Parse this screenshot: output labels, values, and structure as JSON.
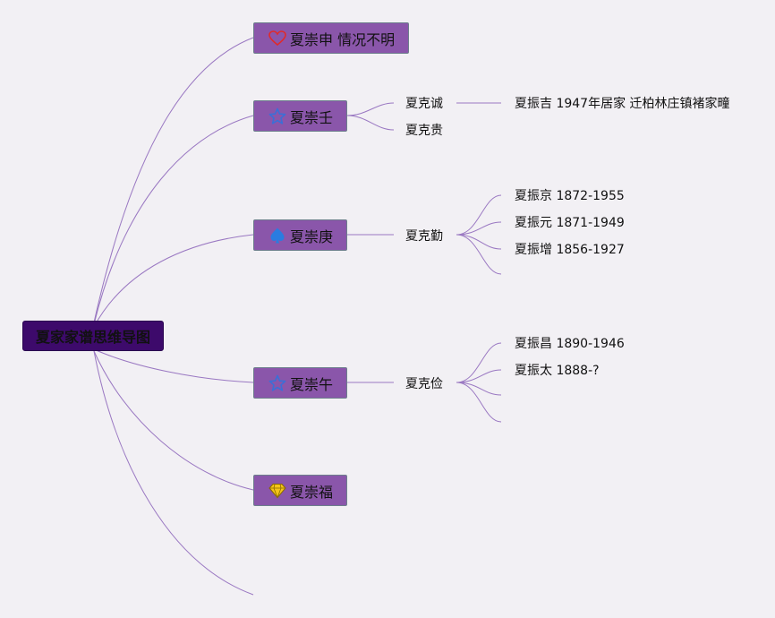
{
  "root": {
    "label": "夏家家谱思维导图"
  },
  "branches": [
    {
      "label": "夏崇申 情况不明",
      "icon": "heart-icon"
    },
    {
      "label": "夏崇壬",
      "icon": "star-icon"
    },
    {
      "label": "夏崇庚",
      "icon": "spade-icon"
    },
    {
      "label": "夏崇午",
      "icon": "star-icon"
    },
    {
      "label": "夏崇福",
      "icon": "diamond-icon"
    }
  ],
  "sons": [
    {
      "label": "夏克诚",
      "parent": "夏崇壬"
    },
    {
      "label": "夏克贵",
      "parent": "夏崇壬"
    },
    {
      "label": "夏克勤",
      "parent": "夏崇庚"
    },
    {
      "label": "夏克俭",
      "parent": "夏崇午"
    }
  ],
  "grandsons": [
    {
      "label": "夏振吉 1947年居家 迁柏林庄镇褚家疃",
      "parent": "夏克诚"
    },
    {
      "label": "夏振京 1872-1955",
      "parent": "夏克勤"
    },
    {
      "label": "夏振元 1871-1949",
      "parent": "夏克勤"
    },
    {
      "label": "夏振增 1856-1927",
      "parent": "夏克勤"
    },
    {
      "label": "夏振昌 1890-1946",
      "parent": "夏克俭"
    },
    {
      "label": "夏振太 1888-?",
      "parent": "夏克俭"
    }
  ],
  "colors": {
    "background": "#f2f0f4",
    "root_fill": "#3d0a6b",
    "branch_fill": "#8a56aa",
    "branch_border": "#6d7e8c",
    "link": "#9a78c2",
    "heart": "#e02a2a",
    "star": "#3b6fd6",
    "spade": "#2a7ce0",
    "diamond": "#f5c518"
  }
}
